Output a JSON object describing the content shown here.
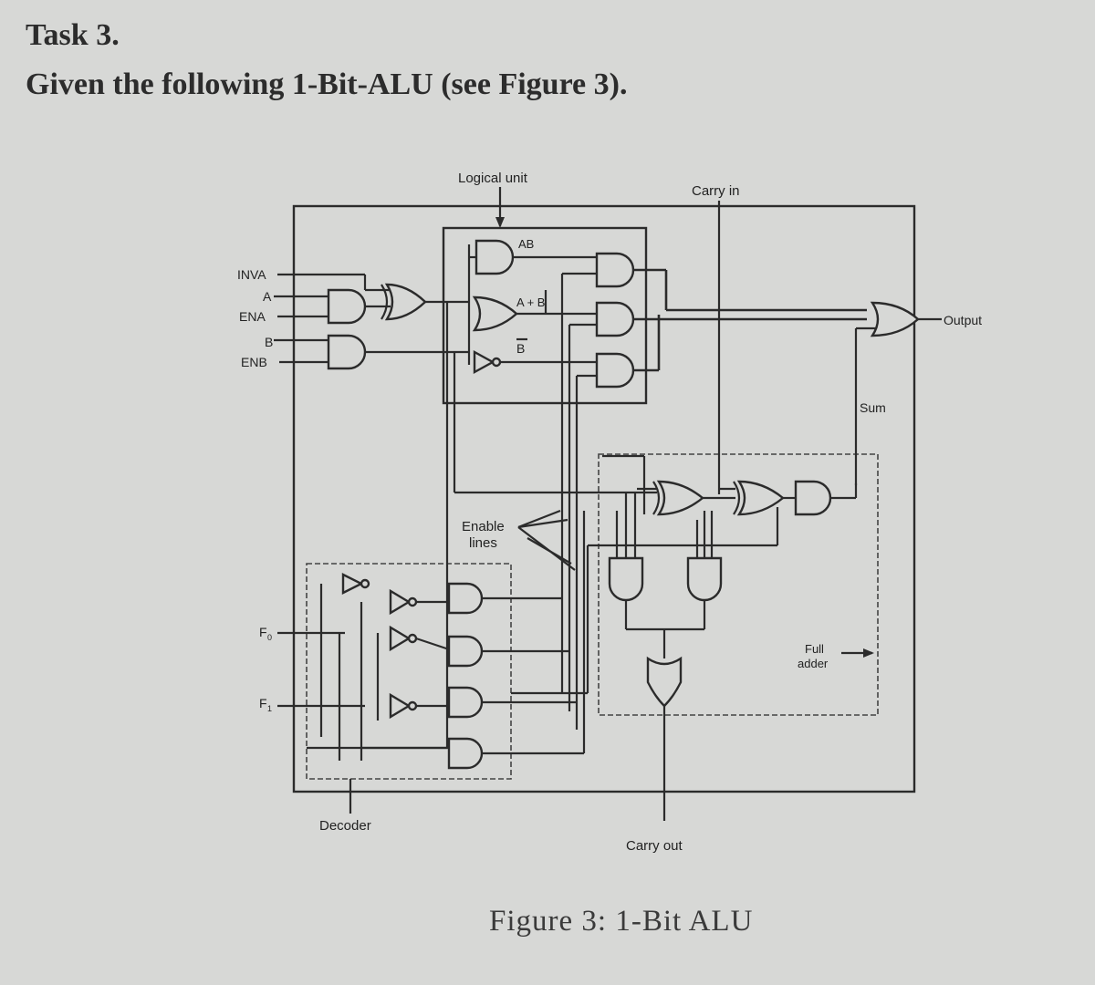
{
  "header": {
    "task": "Task 3.",
    "prompt": "Given the following 1-Bit-ALU (see Figure 3)."
  },
  "figure": {
    "caption": "Figure 3: 1-Bit ALU",
    "labels": {
      "logical_unit": "Logical unit",
      "carry_in": "Carry in",
      "ab": "AB",
      "a_or_b": "A + B",
      "b_not": "B",
      "inva": "INVA",
      "a": "A",
      "ena": "ENA",
      "b": "B",
      "enb": "ENB",
      "output": "Output",
      "sum": "Sum",
      "enable_lines_1": "Enable",
      "enable_lines_2": "lines",
      "f0": "F",
      "f0_sub": "0",
      "f1": "F",
      "f1_sub": "1",
      "full_adder_1": "Full",
      "full_adder_2": "adder",
      "decoder": "Decoder",
      "carry_out": "Carry out"
    }
  }
}
